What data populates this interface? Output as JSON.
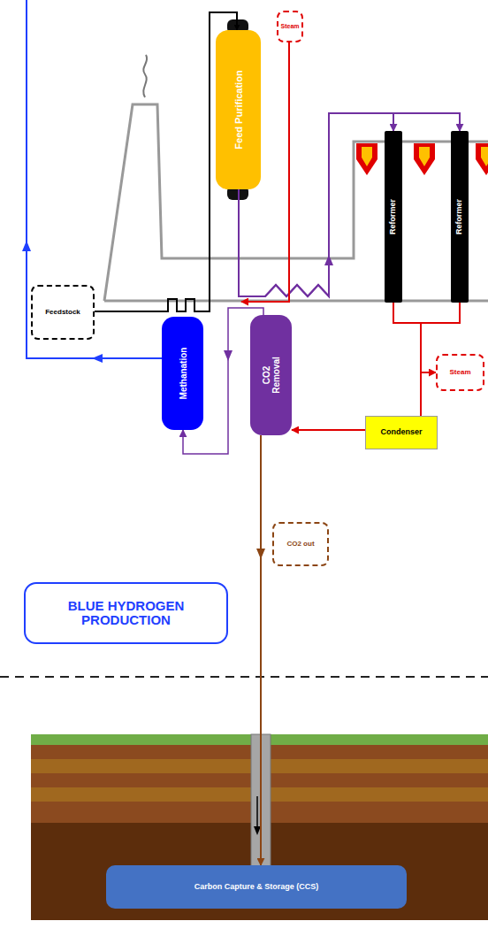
{
  "diagram": {
    "nodes": [
      {
        "text": [
          "Steam"
        ]
      },
      {
        "text": [
          "Feed Purification"
        ]
      },
      {
        "text": [
          "Feedstock"
        ]
      },
      {
        "text": [
          "Reformer"
        ]
      },
      {
        "text": [
          "Reformer"
        ]
      },
      {
        "text": [
          "Steam"
        ]
      },
      {
        "text": [
          "Condenser"
        ]
      },
      {
        "text": [
          "CO2 Removal"
        ]
      },
      {
        "text": [
          "Methanation"
        ]
      },
      {
        "text": [
          "CO2 out"
        ]
      },
      {
        "text": [
          "BLUE HYDROGEN PRODUCTION"
        ]
      },
      {
        "text": [
          "Carbon Capture & Storage (CCS)"
        ]
      }
    ],
    "edges": [
      {
        "from": 2,
        "to": 1,
        "arrow": "to"
      },
      {
        "from": 1,
        "to": 3,
        "arrow": "to"
      },
      {
        "from": 1,
        "to": 4,
        "arrow": "to"
      },
      {
        "from": 0,
        "to": 3,
        "arrow": "to"
      },
      {
        "from": 3,
        "to": 6,
        "arrow": "none"
      },
      {
        "from": 4,
        "to": 6,
        "arrow": "none"
      },
      {
        "from": 3,
        "to": 5,
        "arrow": "to"
      },
      {
        "from": 6,
        "to": 7,
        "arrow": "to"
      },
      {
        "from": 7,
        "to": 8,
        "arrow": "to"
      },
      {
        "from": 7,
        "to": 11,
        "arrow": "to"
      }
    ]
  }
}
